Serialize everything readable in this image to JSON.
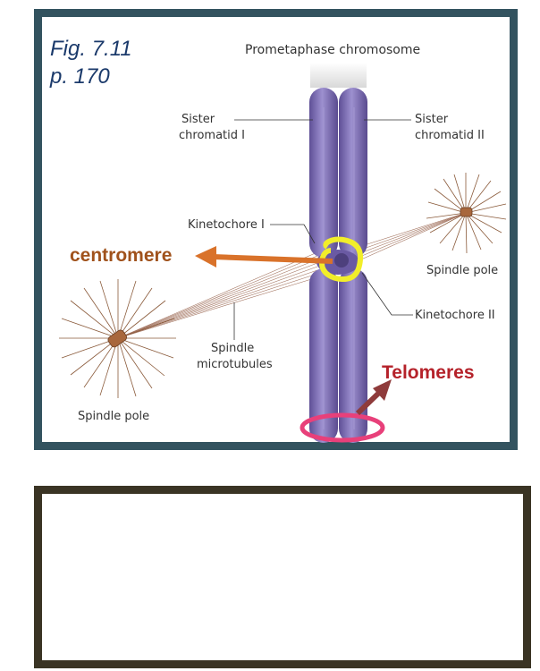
{
  "figure": {
    "ref_line1": "Fig. 7.11",
    "ref_line2": "p. 170",
    "title": "Prometaphase chromosome"
  },
  "labels": {
    "sister1_l1": "Sister",
    "sister1_l2": "chromatid I",
    "sister2_l1": "Sister",
    "sister2_l2": "chromatid II",
    "kinetochore1": "Kinetochore I",
    "kinetochore2": "Kinetochore II",
    "spindle_pole_right": "Spindle pole",
    "spindle_pole_left": "Spindle pole",
    "microtubules_l1": "Spindle",
    "microtubules_l2": "microtubules"
  },
  "annotations": {
    "centromere": "centromere",
    "telomeres": "Telomeres"
  },
  "colors": {
    "top_frame": "#33535f",
    "bottom_frame": "#3a3424",
    "chromatid": "#7f6fb5",
    "centromere_text": "#a0521c",
    "centromere_arrow": "#d9722a",
    "telomeres_text": "#b5222a",
    "telomeres_arrow": "#8f3b3b",
    "highlight_yellow": "#f2ee2a",
    "highlight_pink": "#e8407a",
    "aster": "#8a5a3a"
  }
}
